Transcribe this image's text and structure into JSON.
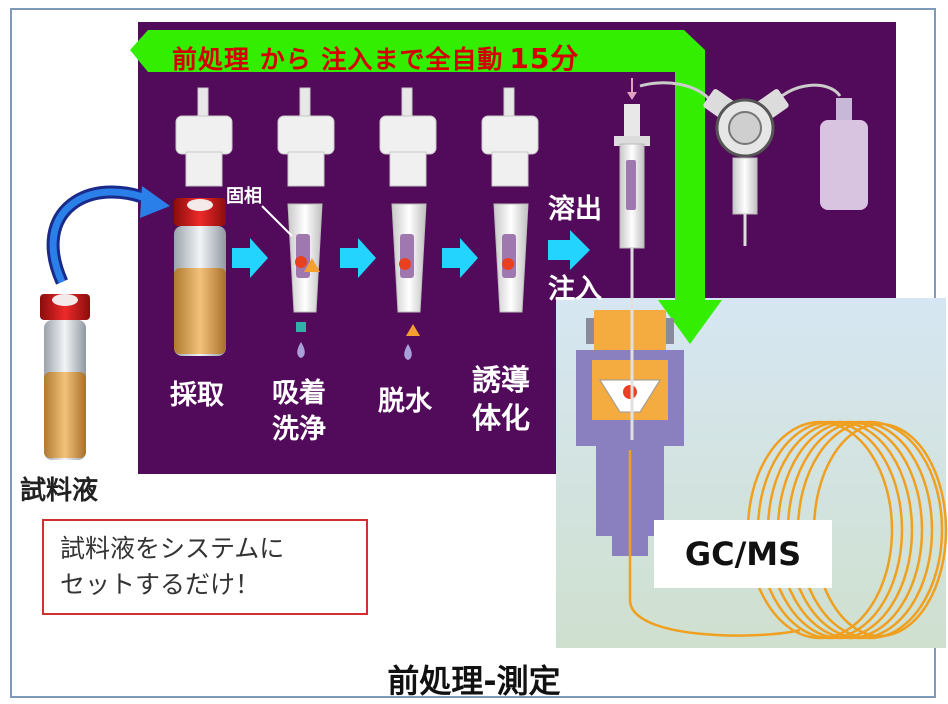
{
  "auto_title": {
    "text": "前処理 から 注入まで全自動",
    "minutes": "15分"
  },
  "steps": {
    "collect": "採取",
    "adsorb_wash": [
      "吸着",
      "洗浄"
    ],
    "dehydrate": "脱水",
    "derivatize": [
      "誘導",
      "体化"
    ],
    "elute": "溶出",
    "inject": "注入"
  },
  "solid_phase_label": "固相",
  "sample_label": "試料液",
  "note_lines": [
    "試料液をシステムに",
    "セットするだけ！"
  ],
  "instrument": "GC/MS",
  "bottom_title": "前処理-測定",
  "colors": {
    "panel": "#520a5a",
    "arrow_green": "#33ee00",
    "highlight_red": "#d40000",
    "cyan_arrow": "#22d4ff",
    "coil": "#f0a020"
  }
}
